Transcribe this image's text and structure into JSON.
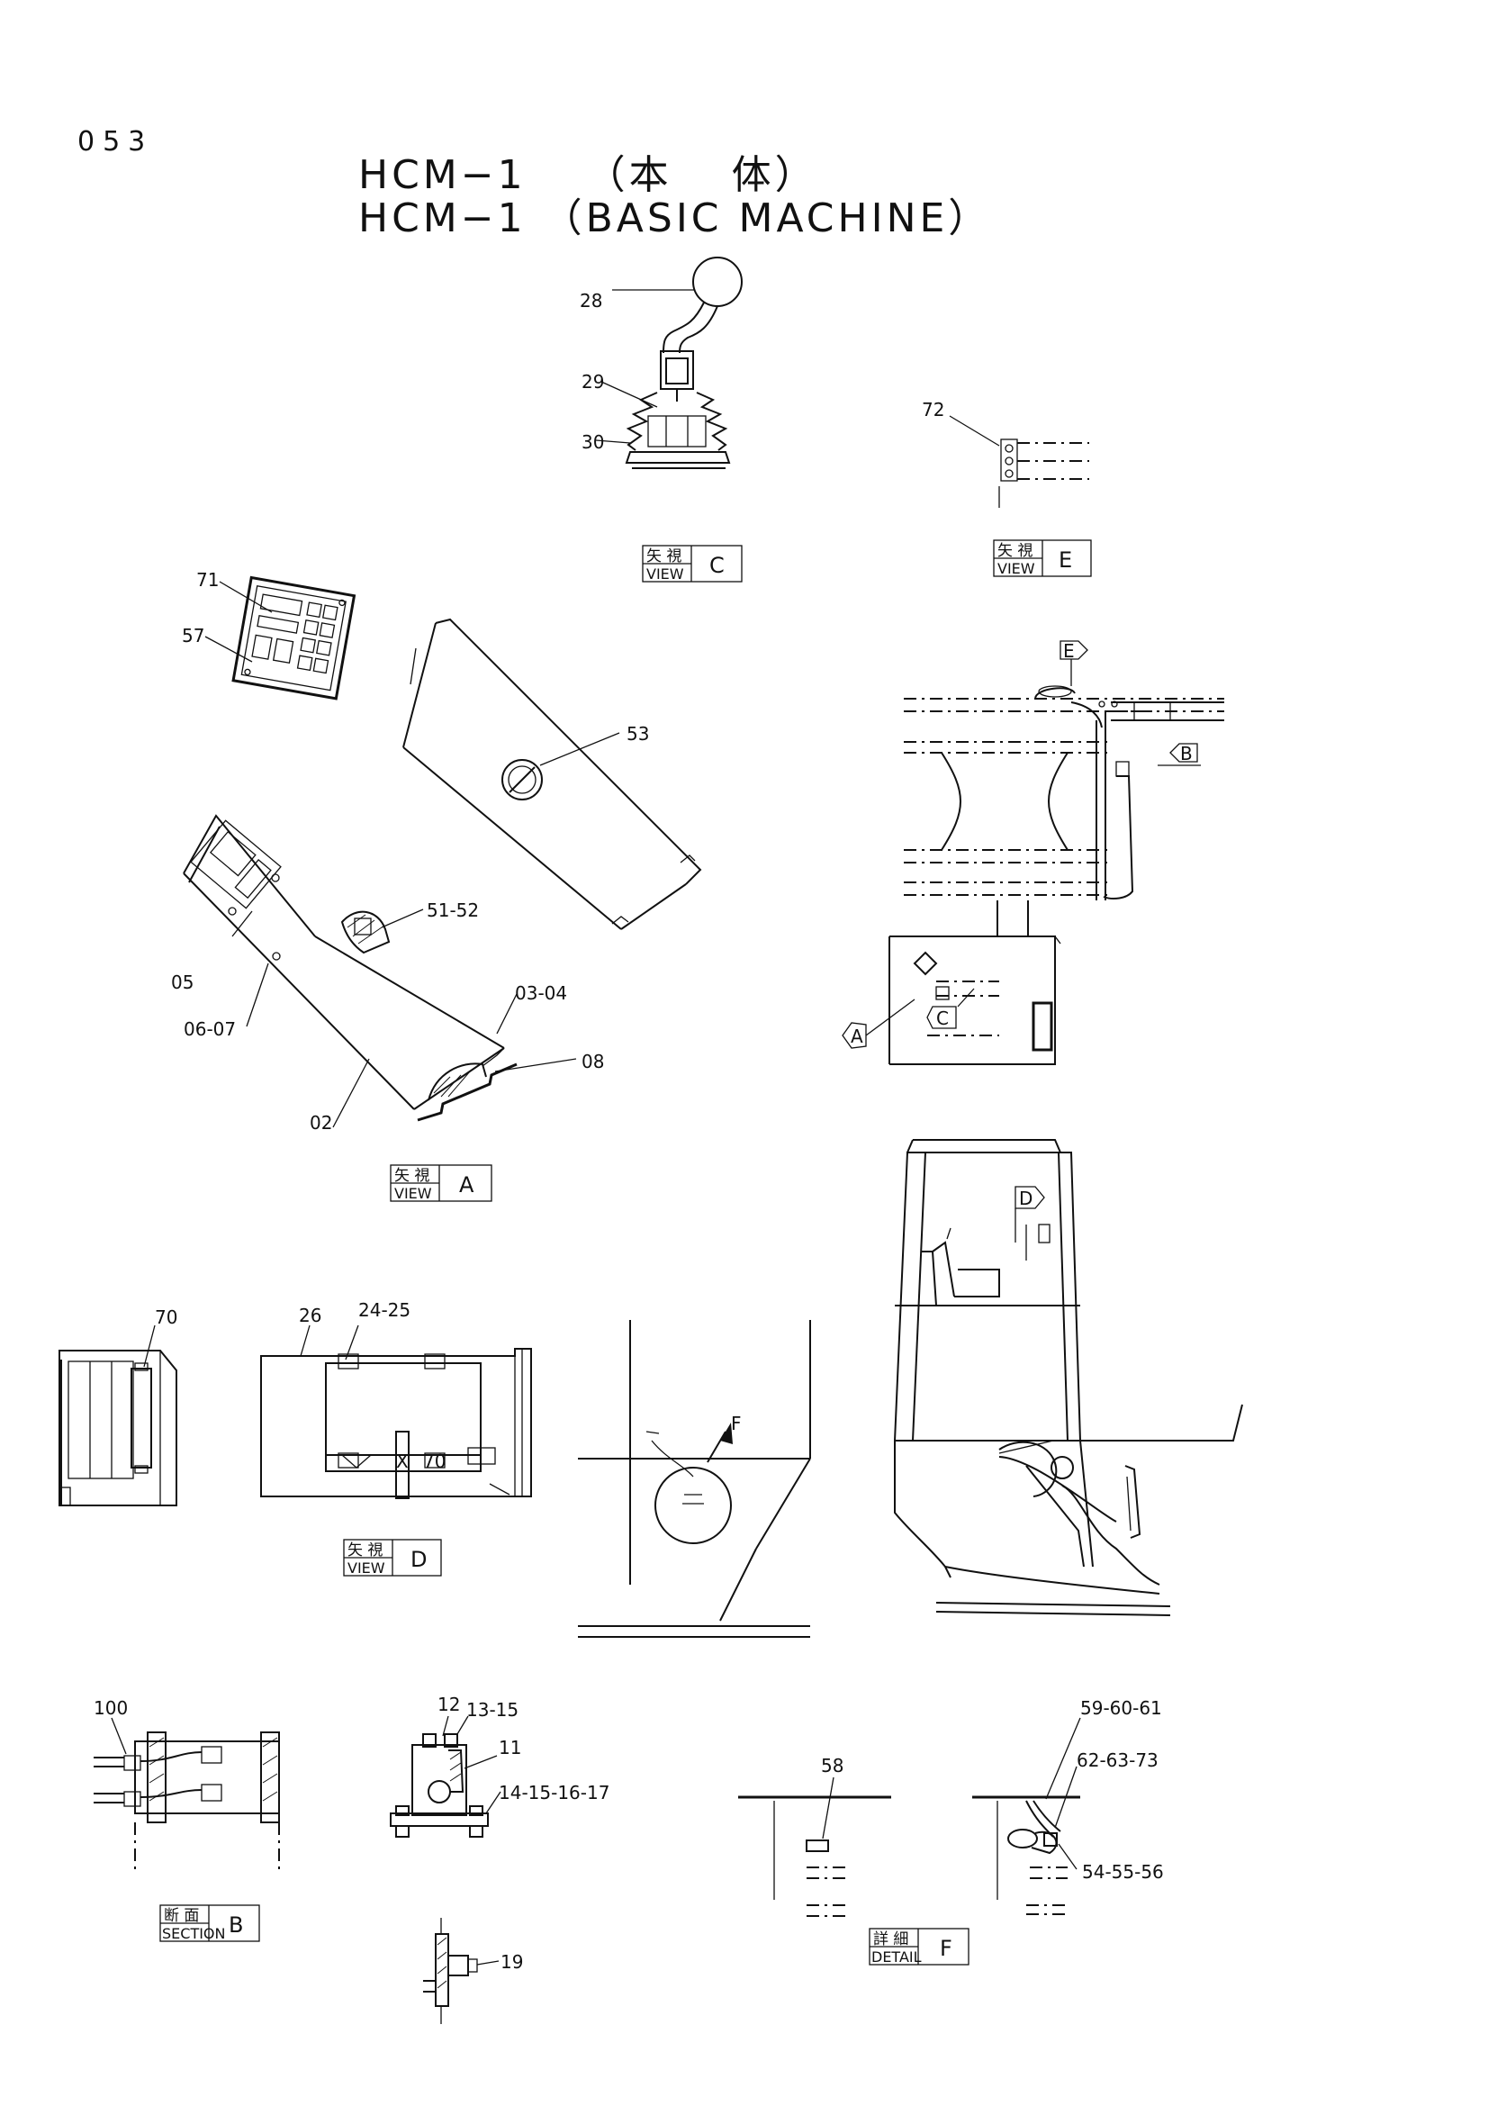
{
  "header": {
    "page_number": "053",
    "title_jp": "HCM−1　 （本　 体）",
    "title_en": "HCM−1 （BASIC MACHINE）"
  },
  "part_labels": {
    "p28": "28",
    "p29": "29",
    "p30": "30",
    "p72": "72",
    "p71": "71",
    "p57": "57",
    "p53": "53",
    "p51_52": "51-52",
    "p05": "05",
    "p06_07": "06-07",
    "p03_04": "03-04",
    "p08": "08",
    "p02": "02",
    "p70": "70",
    "p26": "26",
    "p24_25": "24-25",
    "p100": "100",
    "p12": "12",
    "p13_15": "13-15",
    "p11": "11",
    "p14_17": "14-15-16-17",
    "p19": "19",
    "p58": "58",
    "p59_61": "59-60-61",
    "p62_73": "62-63-73",
    "p54_56": "54-55-56"
  },
  "view_labels": {
    "view_c": {
      "jp": "矢 視",
      "en": "VIEW",
      "letter": "C"
    },
    "view_e": {
      "jp": "矢 視",
      "en": "VIEW",
      "letter": "E"
    },
    "view_a": {
      "jp": "矢 視",
      "en": "VIEW",
      "letter": "A"
    },
    "view_d": {
      "jp": "矢 視",
      "en": "VIEW",
      "letter": "D"
    },
    "section_b": {
      "jp": "断 面",
      "en": "SECTION",
      "letter": "B"
    },
    "detail_f": {
      "jp": "詳 細",
      "en": "DETAIL",
      "letter": "F"
    }
  },
  "view_markers": {
    "A": "A",
    "B": "B",
    "C": "C",
    "D": "D",
    "E": "E",
    "F": "F"
  }
}
